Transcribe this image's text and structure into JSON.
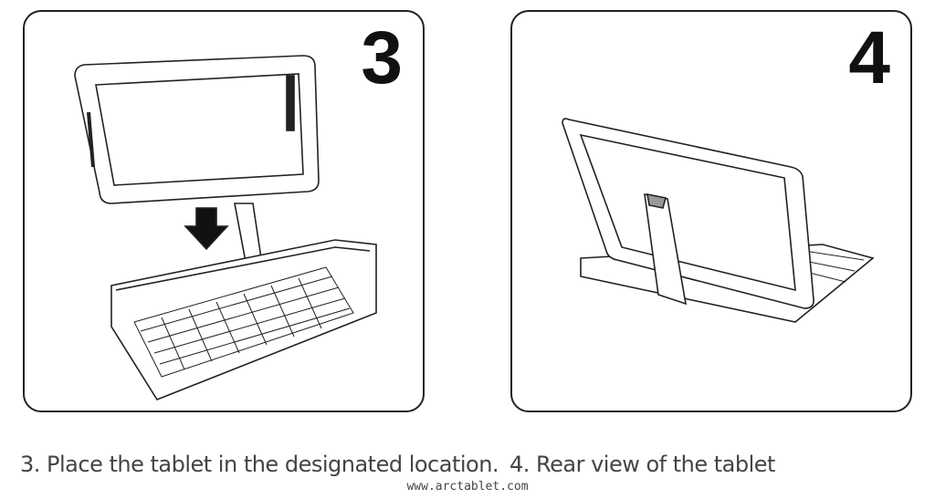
{
  "steps": [
    {
      "number": "3",
      "caption": "3. Place the tablet in the designated location."
    },
    {
      "number": "4",
      "caption": "4. Rear view of the tablet"
    }
  ],
  "footer": {
    "url": "www.arctablet.com"
  }
}
